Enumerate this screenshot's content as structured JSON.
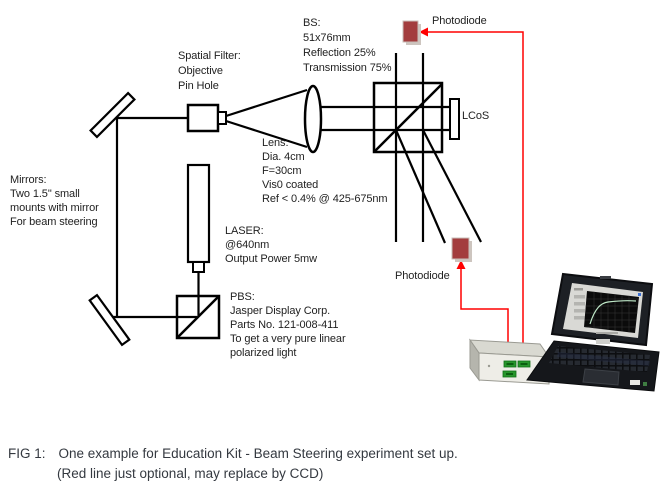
{
  "labels": {
    "photodiode_top": "Photodiode",
    "bs": {
      "lines": [
        "BS:",
        "51x76mm",
        "Reflection 25%",
        "Transmission 75%"
      ]
    },
    "spatial_filter": {
      "lines": [
        "Spatial Filter:",
        "Objective",
        "Pin Hole"
      ]
    },
    "lcos": "LCoS",
    "mirrors": {
      "lines": [
        "Mirrors:",
        "Two 1.5\" small",
        "mounts with mirror",
        "For beam steering"
      ]
    },
    "lens": {
      "lines": [
        "Lens:",
        "Dia. 4cm",
        "F=30cm",
        "Vis0 coated",
        "Ref < 0.4% @ 425-675nm"
      ]
    },
    "laser": {
      "lines": [
        "LASER:",
        "@640nm",
        "Output Power 5mw"
      ]
    },
    "pbs": {
      "lines": [
        "PBS:",
        "Jasper Display Corp.",
        "Parts No. 121-008-411",
        "To get a very pure linear",
        "polarized light"
      ]
    },
    "photodiode_bottom": "Photodiode"
  },
  "caption": {
    "fig_label": "FIG 1:",
    "line1": "One example for Education Kit - Beam Steering experiment set up.",
    "line2": "(Red line just optional, may replace by CCD)"
  },
  "colors": {
    "beam_line": "#000000",
    "cable_red": "#ff0000",
    "photodiode_fill": "#a33d3e",
    "port_green": "#27962c",
    "box_front": "#eeede7",
    "laptop_body": "#1d2025"
  }
}
